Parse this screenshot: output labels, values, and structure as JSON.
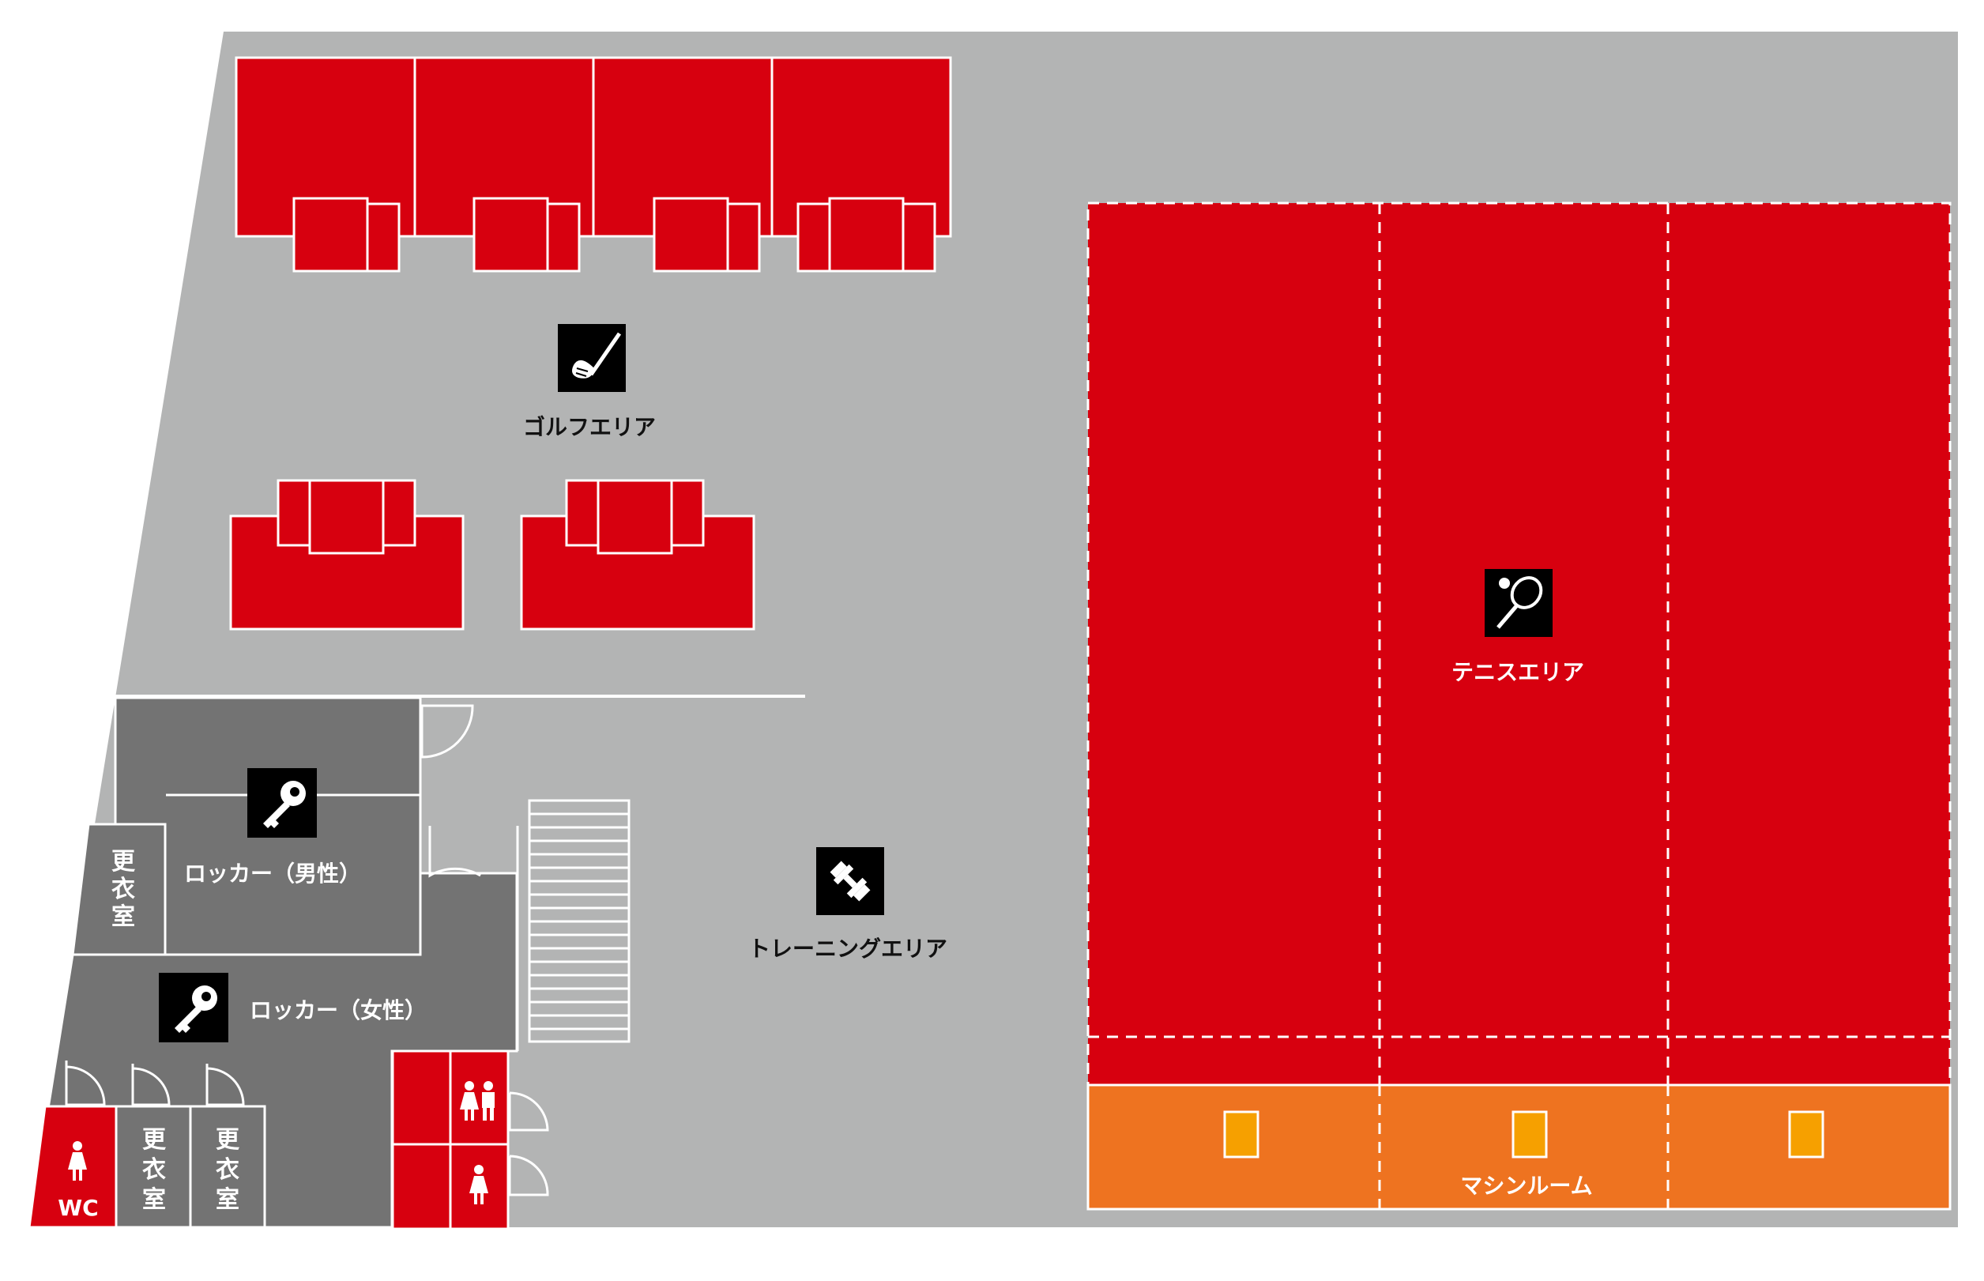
{
  "areas": {
    "golf": {
      "label": "ゴルフエリア",
      "icon": "golf-club-icon"
    },
    "tennis": {
      "label": "テニスエリア",
      "icon": "tennis-racket-icon"
    },
    "training": {
      "label": "トレーニングエリア",
      "icon": "dumbbell-icon"
    },
    "machine_room": {
      "label": "マシンルーム"
    },
    "locker_men": {
      "label": "ロッカー（男性）",
      "icon": "key-icon"
    },
    "locker_women": {
      "label": "ロッカー（女性）",
      "icon": "key-icon"
    },
    "changing_room": {
      "label_lines": [
        "更",
        "衣",
        "室"
      ]
    },
    "wc": {
      "label": "WC",
      "icon": "female-toilet-icon"
    },
    "restroom_unisex": {
      "icon": "male-female-toilet-icon"
    },
    "restroom_female": {
      "icon": "female-toilet-icon"
    }
  },
  "colors": {
    "floor": "#b3b4b4",
    "room_gray": "#737373",
    "facility_red": "#d7000f",
    "machine_orange": "#ee7320",
    "machine_yellow": "#f6a000",
    "outline": "#ffffff",
    "icon_bg": "#000000",
    "text": "#111111"
  }
}
